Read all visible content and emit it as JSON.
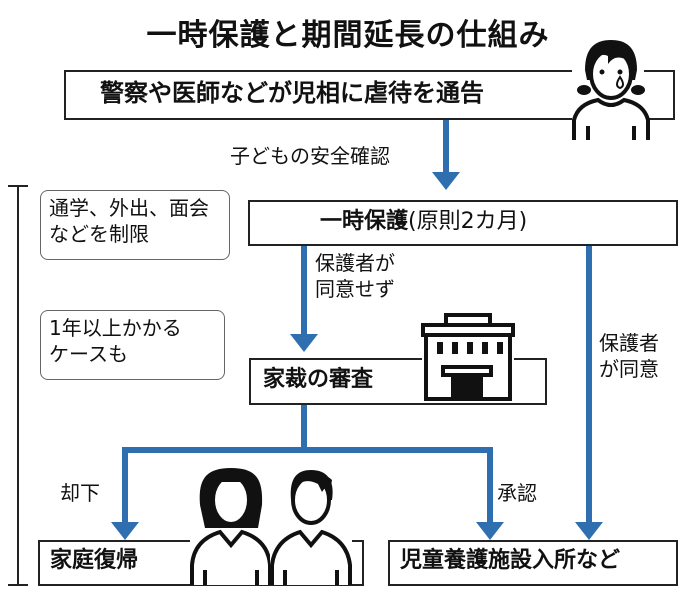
{
  "title": "一時保護と期間延長の仕組み",
  "colors": {
    "arrow": "#2f6fb0",
    "outline": "#222222",
    "text": "#111111"
  },
  "nodes": {
    "report": "警察や医師などが児相に虐待を通告",
    "temp_protection_bold": "一時保護",
    "temp_protection_note": "(原則2カ月)",
    "court_review": "家裁の審査",
    "return_home": "家庭復帰",
    "facility": "児童養護施設入所など"
  },
  "edge_labels": {
    "safety_check": "子どもの安全確認",
    "guardian_disagree": [
      "保護者が",
      "同意せず"
    ],
    "guardian_agree": [
      "保護者",
      "が同意"
    ],
    "rejected": "却下",
    "approved": "承認"
  },
  "callouts": {
    "restrictions": [
      "通学、外出、面会",
      "などを制限"
    ],
    "duration": [
      "1年以上かかる",
      "ケースも"
    ]
  },
  "icons": [
    "crying-girl-icon",
    "court-building-icon",
    "woman-icon",
    "man-icon"
  ]
}
